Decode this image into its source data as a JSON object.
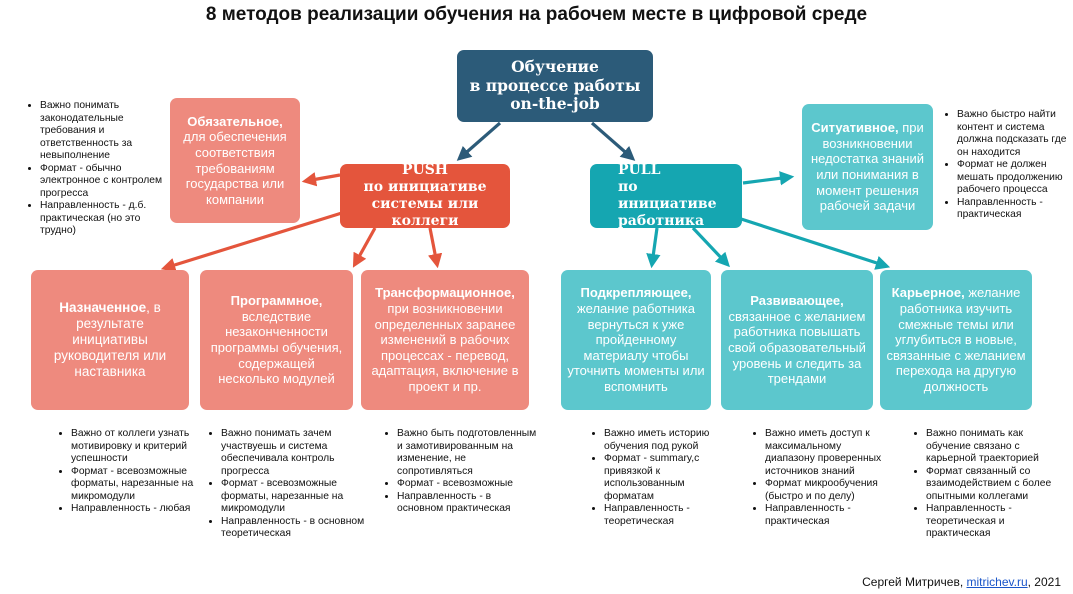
{
  "title": "8 методов реализации обучения на рабочем месте в цифровой среде",
  "main_box": [
    "Обучение",
    "в процессе работы",
    "on-the-job"
  ],
  "push_box": {
    "head": "PUSH",
    "text": "по инициативе системы или коллеги"
  },
  "pull_box": {
    "head": "PULL",
    "text": "по инициативе работника"
  },
  "mandatory": {
    "name": "Обязательное,",
    "text": "для обеспечения соответствия требованиям государства или компании",
    "bullets": [
      "Важно понимать законодательные требования и ответственность за невыполнение",
      "Формат - обычно электронное с контролем прогресса",
      "Направленность - д.б. практическая (но это трудно)"
    ]
  },
  "situational": {
    "name": "Ситуативное,",
    "text": "при возникновении недостатка знаний или понимания в момент решения рабочей задачи",
    "bullets": [
      "Важно быстро найти контент и система должна подсказать где он находится",
      "Формат не должен мешать продолжению рабочего процесса",
      "Направленность - практическая"
    ]
  },
  "methods": [
    {
      "name": "Назначенное",
      "text": ", в результате инициативы руководителя или наставника",
      "bullets": [
        "Важно от коллеги узнать мотивировку и критерий успешности",
        "Формат - всевозможные форматы, нарезанные на микромодули",
        "Направленность - любая"
      ]
    },
    {
      "name": "Программное,",
      "text": "вследствие незаконченности программы обучения, содержащей несколько модулей",
      "bullets": [
        "Важно понимать зачем участвуешь и система обеспечивала контроль прогресса",
        "Формат - всевозможные форматы, нарезанные на микромодули",
        "Направленность - в основном теоретическая"
      ]
    },
    {
      "name": "Трансформационное,",
      "text": "при возникновении определенных заранее изменений в рабочих процессах - перевод, адаптация, включение в проект и пр.",
      "bullets": [
        "Важно быть подготовленным и замотивированным на изменение, не сопротивляться",
        "Формат - всевозможные",
        "Направленность - в основном практическая"
      ]
    },
    {
      "name": "Подкрепляющее,",
      "text": "желание работника вернуться к уже пройденному материалу чтобы уточнить моменты или вспомнить",
      "bullets": [
        "Важно иметь историю обучения под рукой",
        "Формат - summary,с привязкой к использованным форматам",
        "Направленность - теоретическая"
      ]
    },
    {
      "name": "Развивающее,",
      "text": "связанное с желанием работника повышать свой образовательный уровень и следить за трендами",
      "bullets": [
        "Важно иметь доступ к максимальному диапазону проверенных источников знаний",
        "Формат микрообучения (быстро и по делу)",
        "Направленность - практическая"
      ]
    },
    {
      "name": "Карьерное,",
      "text": "желание работника изучить смежные темы или углубиться в новые, связанные с желанием перехода на другую должность",
      "bullets": [
        "Важно понимать как обучение связано с карьерной траекторией",
        "Формат связанный со взаимодействием с более опытными коллегами",
        "Направленность - теоретическая и практическая"
      ]
    }
  ],
  "footer": {
    "author": "Сергей Митричев, ",
    "link": "mitrichev.ru",
    "year": ", 2021"
  },
  "colors": {
    "main": "#2c5b79",
    "push": "#e4553c",
    "pull": "#15a6b1",
    "push_method": "#ee8a7e",
    "pull_method": "#5cc7cd"
  }
}
